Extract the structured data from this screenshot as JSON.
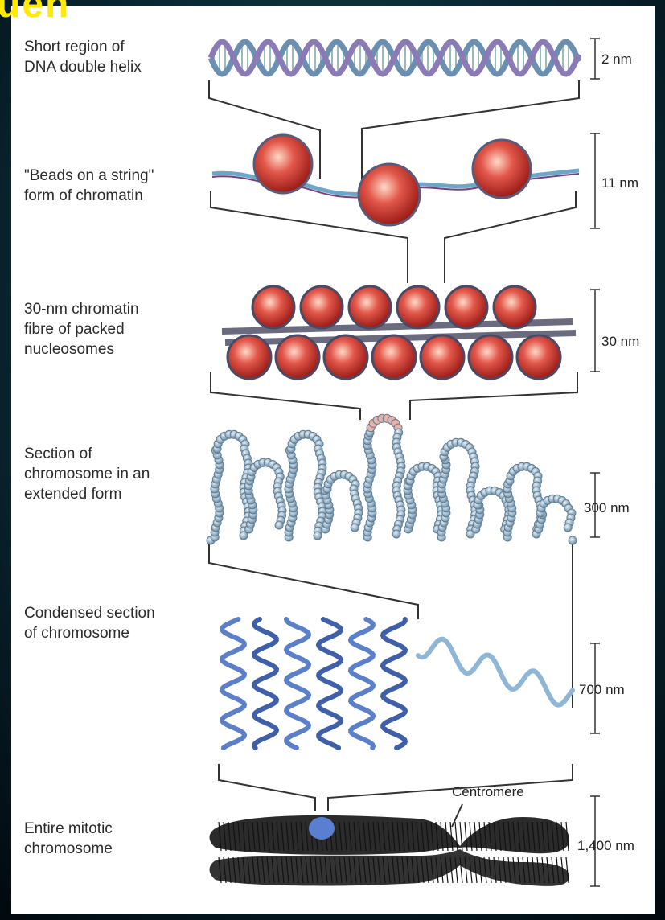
{
  "title_fragment": "uen",
  "levels": [
    {
      "label": [
        "Short region of",
        "DNA double helix"
      ],
      "scale": "2 nm"
    },
    {
      "label": [
        "\"Beads on a string\"",
        "form of chromatin"
      ],
      "scale": "11 nm"
    },
    {
      "label": [
        "30-nm chromatin",
        "fibre of packed",
        "nucleosomes"
      ],
      "scale": "30 nm"
    },
    {
      "label": [
        "Section of",
        "chromosome in an",
        "extended form"
      ],
      "scale": "300 nm"
    },
    {
      "label": [
        "Condensed section",
        "of chromosome"
      ],
      "scale": "700 nm"
    },
    {
      "label": [
        "Entire mitotic",
        "chromosome"
      ],
      "scale": "1,400 nm"
    }
  ],
  "centromere_label": "Centromere",
  "colors": {
    "background": "#04121a",
    "panel": "#ffffff",
    "title": "#ffea00",
    "nucleosome": "#d93a35",
    "dna": "#6aa7c9",
    "bead": "#8fb0c9",
    "chromosome": "#2b2b2b"
  }
}
